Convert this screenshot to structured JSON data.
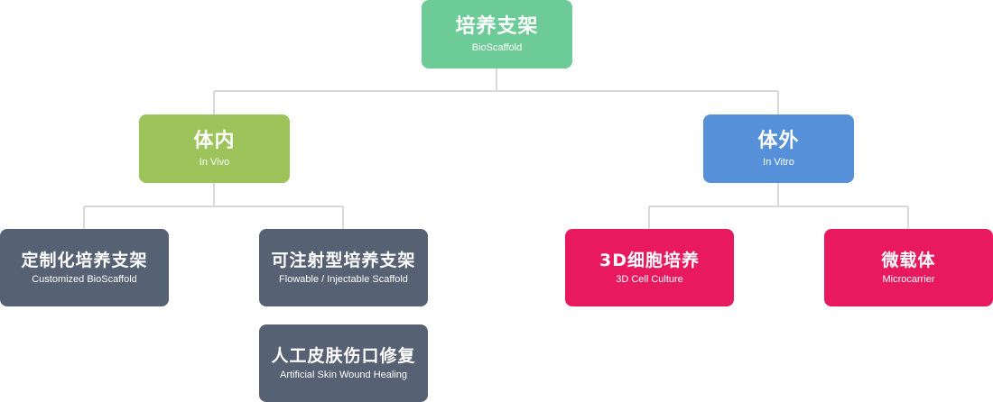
{
  "root": {
    "cn": "培养支架",
    "en": "BioScaffold"
  },
  "in_vivo": {
    "cn": "体内",
    "en": "In Vivo"
  },
  "in_vitro": {
    "cn": "体外",
    "en": "In Vitro"
  },
  "leaves": {
    "custom": {
      "cn": "定制化培养支架",
      "en": "Customized BioScaffold"
    },
    "flowable": {
      "cn": "可注射型培养支架",
      "en": "Flowable / Injectable Scaffold"
    },
    "skin": {
      "cn": "人工皮肤伤口修复",
      "en": "Artificial Skin  Wound Healing"
    },
    "cell3d": {
      "cn": "3D细胞培养",
      "en": "3D Cell Culture"
    },
    "micro": {
      "cn": "微载体",
      "en": "Microcarrier"
    }
  },
  "colors": {
    "root": "#6dcb98",
    "in_vivo": "#9cc45a",
    "in_vitro": "#5590d8",
    "vivo_leaves": "#566173",
    "vitro_leaves": "#e8195e",
    "connectors": "#d9d9d9"
  }
}
